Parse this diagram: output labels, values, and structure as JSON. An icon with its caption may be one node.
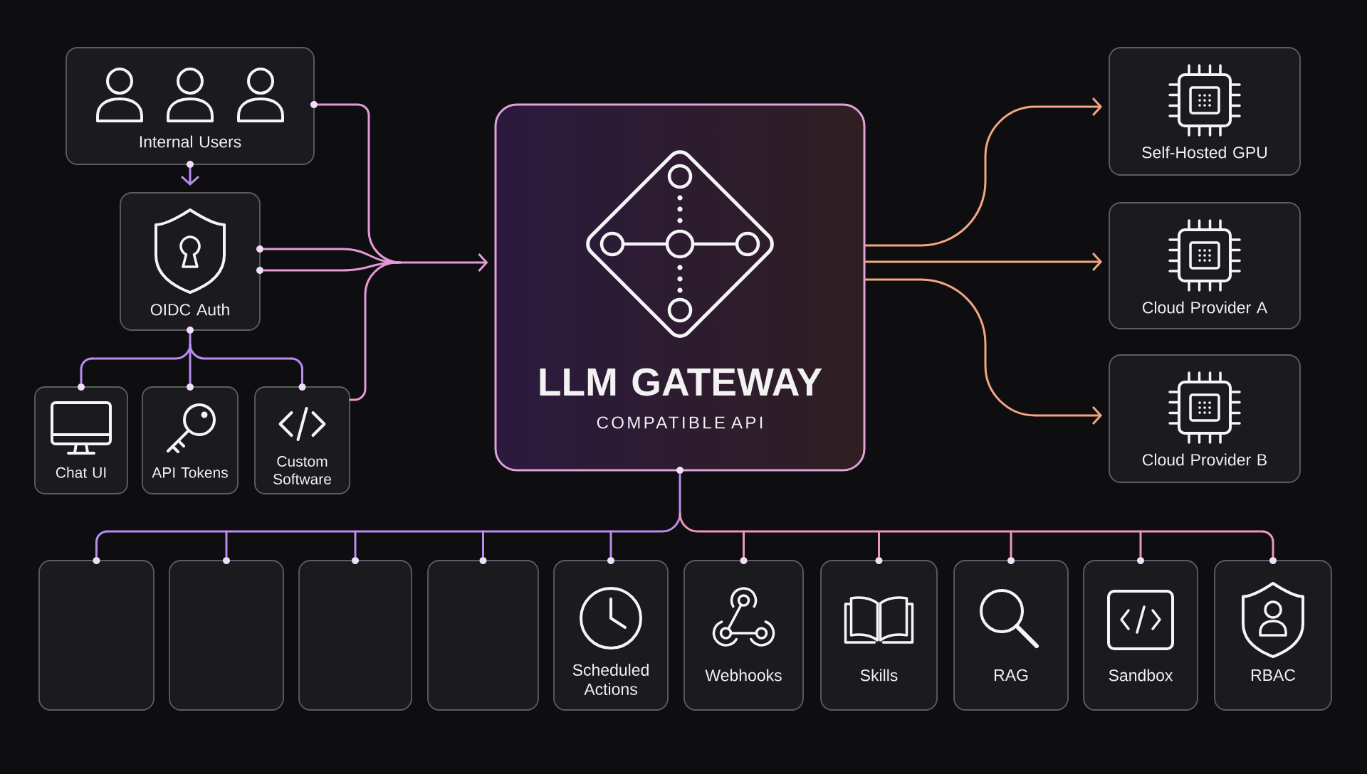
{
  "diagram": {
    "nodes": [
      {
        "text": [
          "Internal Users"
        ]
      },
      {
        "text": [
          "OIDC Auth"
        ]
      },
      {
        "text": [
          "Chat UI"
        ]
      },
      {
        "text": [
          "API Tokens"
        ]
      },
      {
        "text": [
          "Custom Software"
        ]
      },
      {
        "text": [
          "LLM GATEWAY",
          "COMPATIBLE API"
        ]
      },
      {
        "text": [
          "Self-Hosted GPU"
        ]
      },
      {
        "text": [
          "Cloud Provider A"
        ]
      },
      {
        "text": [
          "Cloud Provider B"
        ]
      },
      {
        "text": [],
        "shape": "box"
      },
      {
        "text": [],
        "shape": "box"
      },
      {
        "text": [],
        "shape": "box"
      },
      {
        "text": [],
        "shape": "box"
      },
      {
        "text": [
          "Scheduled Actions"
        ]
      },
      {
        "text": [
          "Webhooks"
        ]
      },
      {
        "text": [
          "Skills"
        ]
      },
      {
        "text": [
          "RAG"
        ]
      },
      {
        "text": [
          "Sandbox"
        ]
      },
      {
        "text": [
          "RBAC"
        ]
      }
    ],
    "edges": [
      {
        "from": 0,
        "to": 1,
        "arrow": "to"
      },
      {
        "from": 0,
        "to": 5,
        "arrow": "to",
        "color": "#e49ad8"
      },
      {
        "from": 1,
        "to": 5,
        "arrow": "to",
        "color": "#e49ad8"
      },
      {
        "from": 1,
        "to": 5,
        "arrow": "to",
        "color": "#e49ad8"
      },
      {
        "from": 4,
        "to": 5,
        "arrow": "to",
        "color": "#e49ad8"
      },
      {
        "from": 1,
        "to": 2,
        "arrow": "none"
      },
      {
        "from": 1,
        "to": 3,
        "arrow": "none"
      },
      {
        "from": 1,
        "to": 4,
        "arrow": "none"
      },
      {
        "from": 5,
        "to": 6,
        "arrow": "to",
        "color": "#f6a584"
      },
      {
        "from": 5,
        "to": 7,
        "arrow": "to",
        "color": "#f6a584"
      },
      {
        "from": 5,
        "to": 8,
        "arrow": "to",
        "color": "#f6a584"
      },
      {
        "from": 5,
        "to": 9,
        "arrow": "none"
      },
      {
        "from": 5,
        "to": 10,
        "arrow": "none"
      },
      {
        "from": 5,
        "to": 11,
        "arrow": "none"
      },
      {
        "from": 5,
        "to": 12,
        "arrow": "none"
      },
      {
        "from": 5,
        "to": 13,
        "arrow": "none"
      },
      {
        "from": 5,
        "to": 14,
        "arrow": "none",
        "color": "#ec98b8"
      },
      {
        "from": 5,
        "to": 15,
        "arrow": "none",
        "color": "#ec98b8"
      },
      {
        "from": 5,
        "to": 16,
        "arrow": "none",
        "color": "#ec98b8"
      },
      {
        "from": 5,
        "to": 17,
        "arrow": "none",
        "color": "#ec98b8"
      },
      {
        "from": 5,
        "to": 18,
        "arrow": "none",
        "color": "#ec98b8"
      }
    ]
  }
}
